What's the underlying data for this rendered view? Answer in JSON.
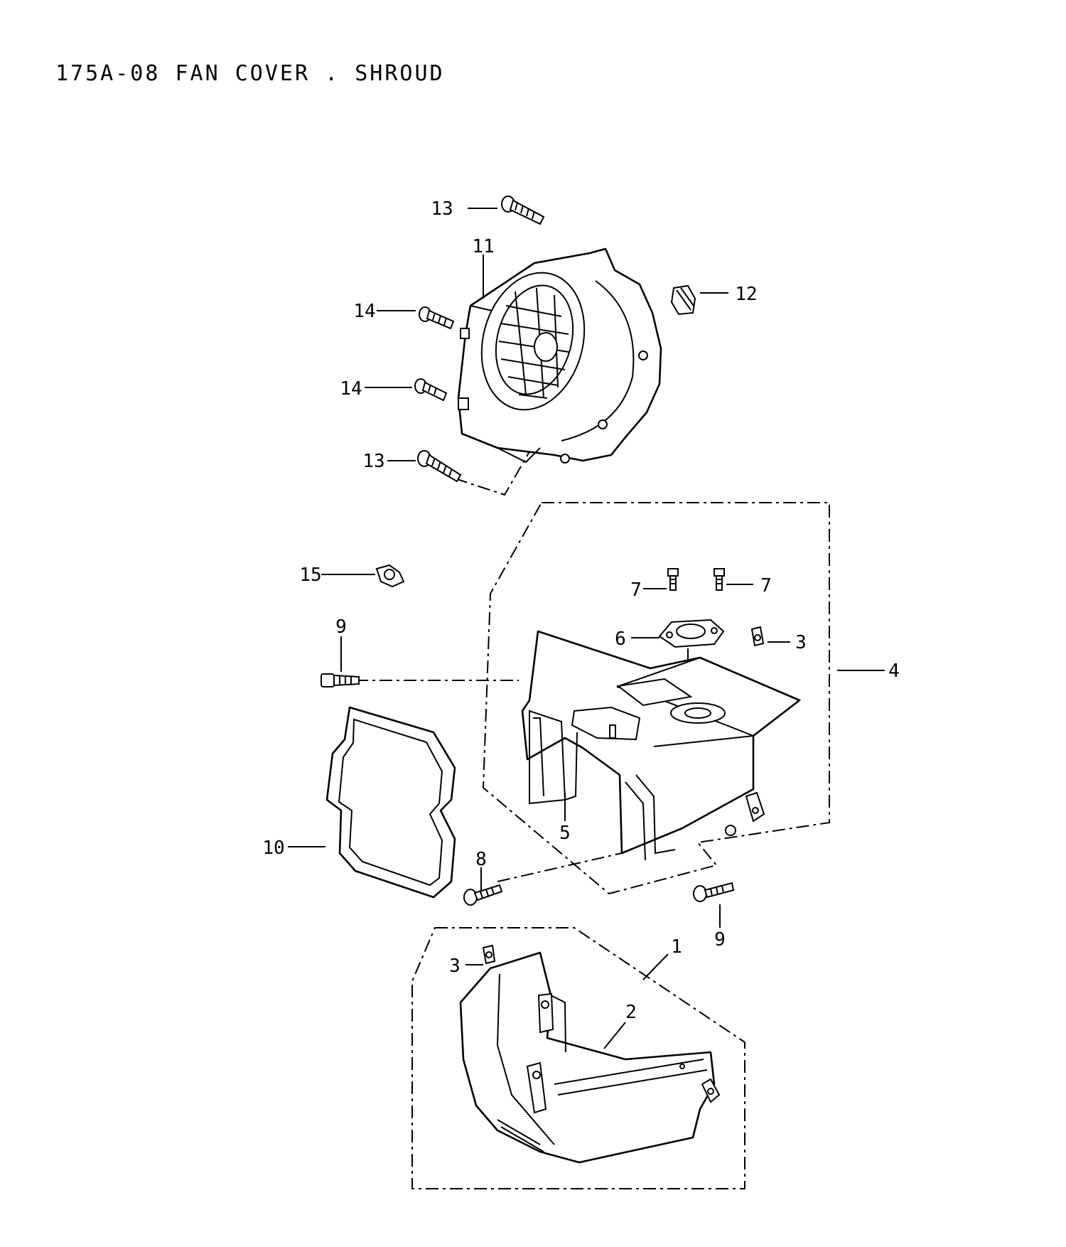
{
  "title": "175A-08 FAN COVER . SHROUD",
  "labels": [
    "13",
    "11",
    "12",
    "14",
    "14",
    "13",
    "15",
    "7",
    "7",
    "6",
    "3",
    "9",
    "4",
    "10",
    "5",
    "8",
    "9",
    "1",
    "3",
    "2"
  ]
}
